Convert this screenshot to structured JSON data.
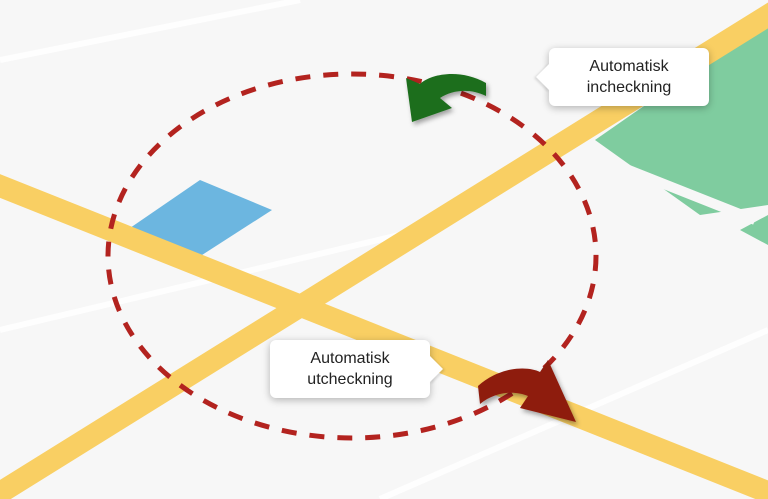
{
  "callouts": {
    "checkin": {
      "line1": "Automatisk",
      "line2": "incheckning"
    },
    "checkout": {
      "line1": "Automatisk",
      "line2": "utcheckning"
    }
  },
  "colors": {
    "background": "#f7f7f7",
    "road": "#f9cf63",
    "park": "#7fcc9f",
    "building": "#6cb6e0",
    "geofence": "#b3231f",
    "checkin_arrow": "#1d6e1d",
    "checkout_arrow": "#8e1a0e"
  },
  "icons": {
    "checkin_arrow": "curved-arrow-checkin-icon",
    "checkout_arrow": "curved-arrow-checkout-icon"
  }
}
